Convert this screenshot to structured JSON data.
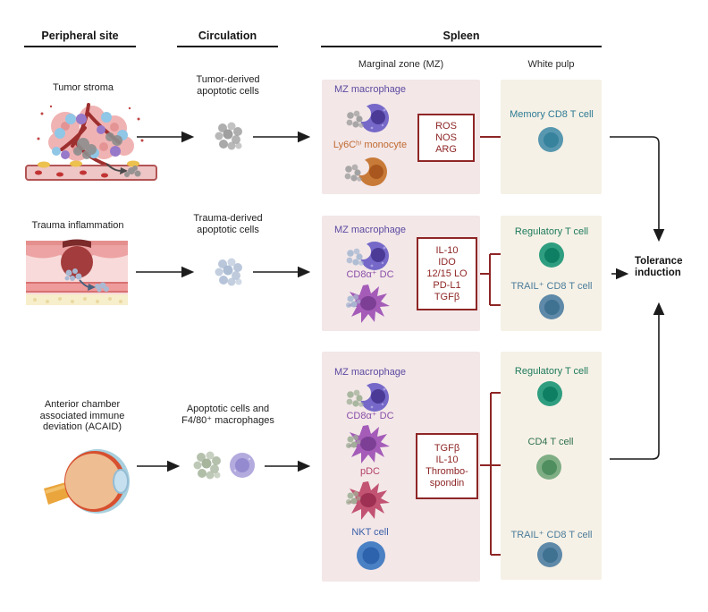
{
  "columns": {
    "peripheral": "Peripheral site",
    "circulation": "Circulation",
    "spleen": "Spleen",
    "marginal_zone": "Marginal zone (MZ)",
    "white_pulp": "White pulp"
  },
  "tolerance": {
    "lines": [
      "Tolerance",
      "induction"
    ]
  },
  "colors": {
    "mz_panel": "#f3e7e8",
    "wp_panel": "#f6f1e6",
    "mediator_red": "#8e2626",
    "arrow_black": "#1c1c1c",
    "mz_macrophage_label": "#5b4aa0",
    "ly6c_monocyte_label": "#c06a31",
    "cd8a_dc_label": "#8a4fa8",
    "pdc_label": "#b5436a",
    "nkt_label": "#3a5fa8",
    "memory_cd8_label": "#2d7b95",
    "regulatory_t_label": "#1d7a5c",
    "trail_cd8_label": "#4a7c9b",
    "cd4_t_label": "#2e7050"
  },
  "rows": [
    {
      "site": {
        "label": [
          "Tumor stroma"
        ],
        "illustration": "tumor-stroma"
      },
      "circulation": {
        "label": [
          "Tumor-derived",
          "apoptotic cells"
        ],
        "icon": "apoptotic-cell-cluster",
        "cluster_color": "#9a9a9a"
      },
      "mz_cells": [
        {
          "label": "MZ macrophage",
          "icon": "macrophage-cell"
        },
        {
          "label": "Ly6Cʰⁱ monocyte",
          "icon": "monocyte-cell"
        }
      ],
      "mediators": [
        "ROS",
        "NOS",
        "ARG"
      ],
      "wp_cells": [
        {
          "label": "Memory CD8 T cell",
          "effect": "inhibits"
        }
      ]
    },
    {
      "site": {
        "label": [
          "Trauma inflammation"
        ],
        "illustration": "trauma-skin"
      },
      "circulation": {
        "label": [
          "Trauma-derived",
          "apoptotic cells"
        ],
        "icon": "apoptotic-cell-cluster",
        "cluster_color": "#a9b9d2"
      },
      "mz_cells": [
        {
          "label": "MZ macrophage",
          "icon": "macrophage-cell"
        },
        {
          "label": "CD8α⁺ DC",
          "icon": "dendritic-cell"
        }
      ],
      "mediators": [
        "IL-10",
        "IDO",
        "12/15 LO",
        "PD-L1",
        "TGFβ"
      ],
      "wp_cells": [
        {
          "label": "Regulatory T cell",
          "effect": "activates"
        },
        {
          "label": "TRAIL⁺ CD8 T cell",
          "effect": "inhibits"
        }
      ]
    },
    {
      "site": {
        "label": [
          "Anterior chamber",
          "associated immune",
          "deviation (ACAID)"
        ],
        "illustration": "eye"
      },
      "circulation": {
        "label": [
          "Apoptotic cells and",
          "F4/80⁺ macrophages"
        ],
        "icon": "apoptotic-cluster-and-macrophage",
        "cluster_color": "#a2b198"
      },
      "mz_cells": [
        {
          "label": "MZ macrophage",
          "icon": "macrophage-cell"
        },
        {
          "label": "CD8α⁺ DC",
          "icon": "dendritic-cell"
        },
        {
          "label": "pDC",
          "icon": "plasmacytoid-dendritic-cell"
        },
        {
          "label": "NKT cell",
          "icon": "nkt-cell"
        }
      ],
      "mediators": [
        "TGFβ",
        "IL-10",
        "Thrombo-",
        "spondin"
      ],
      "wp_cells": [
        {
          "label": "Regulatory T cell",
          "effect": "activates"
        },
        {
          "label": "CD4 T cell",
          "effect": "activates"
        },
        {
          "label": "TRAIL⁺ CD8 T cell",
          "effect": "inhibits"
        }
      ]
    }
  ]
}
